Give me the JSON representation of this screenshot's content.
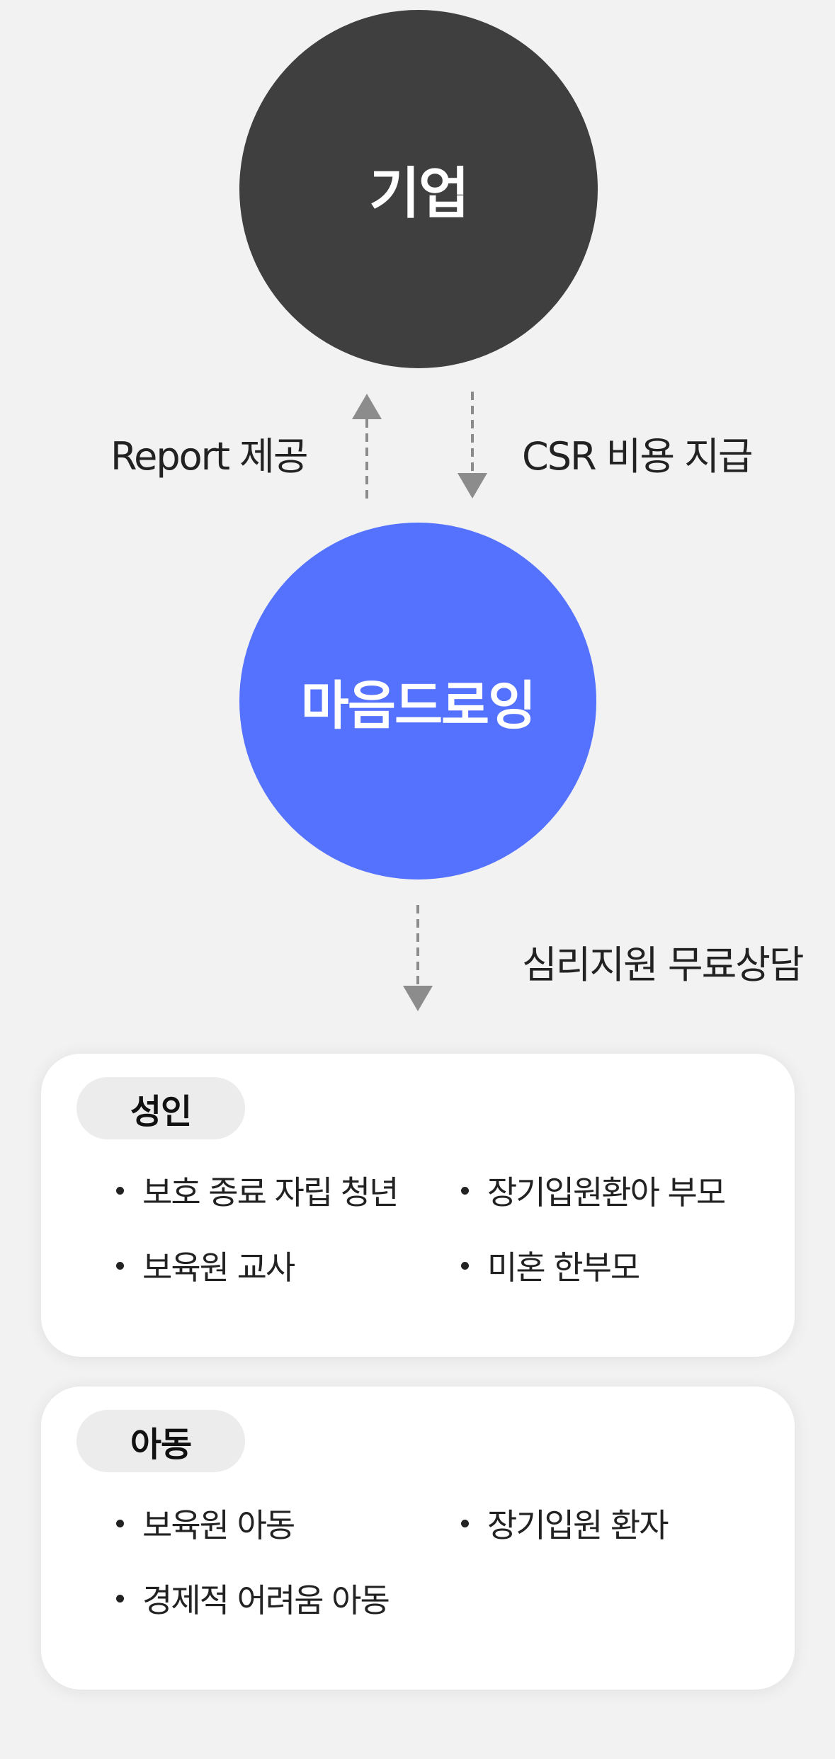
{
  "nodes": {
    "company": "기업",
    "maumdroing": "마음드로잉"
  },
  "flows": {
    "report": "Report 제공",
    "csr": "CSR 비용 지급",
    "support": "심리지원 무료상담"
  },
  "groups": {
    "adult": {
      "title": "성인",
      "items": [
        "보호 종료 자립 청년",
        "장기입원환아 부모",
        "보육원 교사",
        "미혼 한부모"
      ]
    },
    "child": {
      "title": "아동",
      "items": [
        "보육원 아동",
        "장기입원 환자",
        "경제적 어려움 아동"
      ]
    }
  },
  "colors": {
    "company_circle": "#3f3f3f",
    "maumdroing_circle": "#5572ff",
    "arrow": "#8c8c8c",
    "pill": "#ececec",
    "card": "#ffffff",
    "background": "#f2f2f2"
  }
}
